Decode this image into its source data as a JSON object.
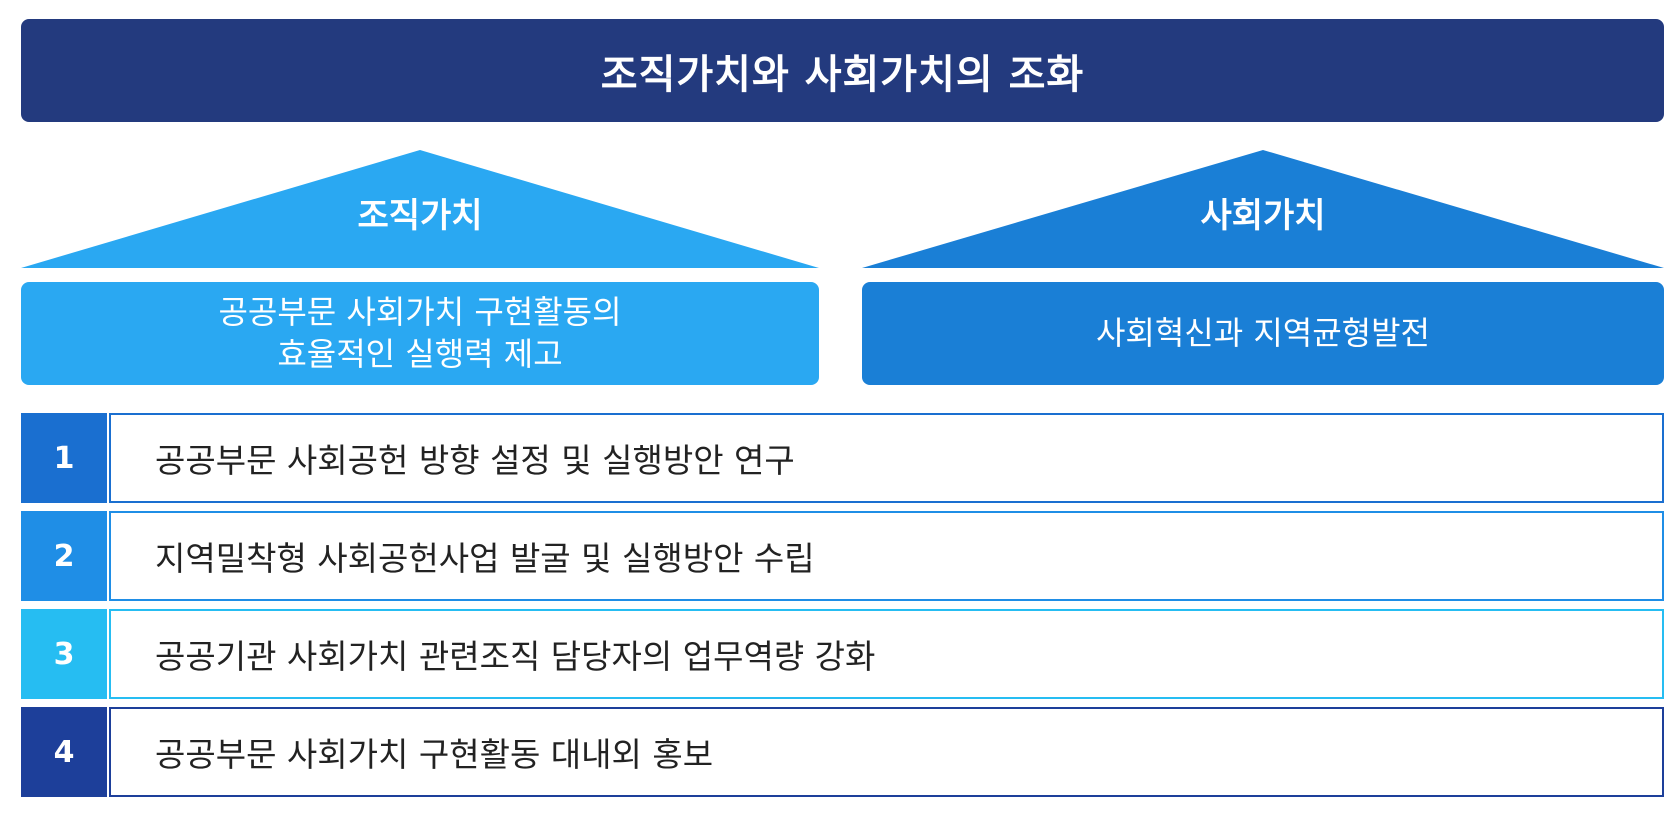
{
  "title": "조직가치와 사회가치의 조화",
  "pillars": [
    {
      "label": "조직가치",
      "lines": [
        "공공부문 사회가치 구현활동의",
        "효율적인 실행력 제고"
      ],
      "color": "#2aa8f2"
    },
    {
      "label": "사회가치",
      "lines": [
        "사회혁신과 지역균형발전"
      ],
      "color": "#1a7fd6"
    }
  ],
  "tasks": [
    {
      "number": "1",
      "text": "공공부문 사회공헌 방향 설정 및 실행방안 연구",
      "color": "#1a6fd0"
    },
    {
      "number": "2",
      "text": "지역밀착형 사회공헌사업 발굴 및 실행방안 수립",
      "color": "#1f8ee6"
    },
    {
      "number": "3",
      "text": "공공기관 사회가치 관련조직 담당자의 업무역량 강화",
      "color": "#26bdf2"
    },
    {
      "number": "4",
      "text": "공공부문 사회가치 구현활동 대내외 홍보",
      "color": "#1d3f9a"
    }
  ],
  "colors": {
    "title_bg": "#233a7e",
    "text_dark": "#222222"
  }
}
